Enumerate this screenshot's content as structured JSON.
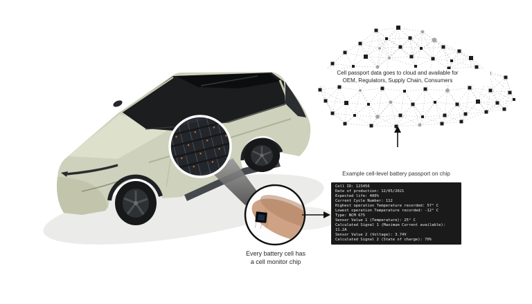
{
  "cloud_network": {
    "label_line1": "Cell passport data goes to cloud and available for",
    "label_line2": "OEM, Regulators, Supply Chain, Consumers",
    "edge_max_dist": 46,
    "nodes": [
      [
        543,
        44,
        2.5,
        "d"
      ],
      [
        575,
        40,
        3,
        "d"
      ],
      [
        610,
        46,
        2.5,
        "g"
      ],
      [
        558,
        56,
        2,
        "d"
      ],
      [
        592,
        55,
        2.5,
        "d"
      ],
      [
        627,
        58,
        3.5,
        "g"
      ],
      [
        520,
        63,
        2.5,
        "d"
      ],
      [
        548,
        70,
        2,
        "g"
      ],
      [
        578,
        68,
        2.5,
        "d"
      ],
      [
        608,
        70,
        2,
        "d"
      ],
      [
        640,
        68,
        2.5,
        "d"
      ],
      [
        663,
        74,
        2.5,
        "d"
      ],
      [
        498,
        76,
        2.5,
        "d"
      ],
      [
        528,
        82,
        3,
        "d"
      ],
      [
        562,
        84,
        2,
        "g"
      ],
      [
        594,
        82,
        2.5,
        "d"
      ],
      [
        625,
        85,
        2.5,
        "d"
      ],
      [
        652,
        88,
        2,
        "d"
      ],
      [
        680,
        84,
        3,
        "d"
      ],
      [
        480,
        92,
        2.5,
        "d"
      ],
      [
        510,
        96,
        2,
        "d"
      ],
      [
        545,
        97,
        2.5,
        "g"
      ],
      [
        600,
        96,
        2,
        "d"
      ],
      [
        648,
        99,
        2.5,
        "d"
      ],
      [
        688,
        97,
        2.5,
        "d"
      ],
      [
        706,
        106,
        2.5,
        "d"
      ],
      [
        466,
        105,
        2.5,
        "d"
      ],
      [
        730,
        112,
        2.5,
        "d"
      ],
      [
        462,
        130,
        2.5,
        "d"
      ],
      [
        490,
        126,
        2.5,
        "d"
      ],
      [
        520,
        131,
        2,
        "g"
      ],
      [
        552,
        128,
        2.5,
        "d"
      ],
      [
        584,
        132,
        2,
        "d"
      ],
      [
        614,
        129,
        2.5,
        "d"
      ],
      [
        646,
        131,
        3,
        "g"
      ],
      [
        678,
        127,
        2.5,
        "d"
      ],
      [
        708,
        131,
        2.5,
        "d"
      ],
      [
        736,
        134,
        2.5,
        "d"
      ],
      [
        470,
        146,
        2.5,
        "d"
      ],
      [
        500,
        149,
        3,
        "d"
      ],
      [
        532,
        151,
        2,
        "d"
      ],
      [
        564,
        148,
        2.5,
        "g"
      ],
      [
        596,
        151,
        2.5,
        "d"
      ],
      [
        628,
        148,
        2,
        "d"
      ],
      [
        660,
        151,
        2.5,
        "d"
      ],
      [
        690,
        147,
        3,
        "d"
      ],
      [
        718,
        149,
        2.5,
        "d"
      ],
      [
        742,
        144,
        2,
        "d"
      ],
      [
        480,
        164,
        2.5,
        "d"
      ],
      [
        512,
        167,
        2,
        "d"
      ],
      [
        545,
        169,
        3,
        "g"
      ],
      [
        578,
        167,
        2.5,
        "d"
      ],
      [
        610,
        169,
        2,
        "d"
      ],
      [
        642,
        167,
        2.5,
        "d"
      ],
      [
        672,
        165,
        2.5,
        "d"
      ],
      [
        702,
        162,
        2.5,
        "d"
      ],
      [
        728,
        158,
        2.5,
        "d"
      ],
      [
        498,
        179,
        2.5,
        "d"
      ],
      [
        536,
        182,
        2.5,
        "d"
      ],
      [
        572,
        183,
        2.5,
        "d"
      ],
      [
        606,
        181,
        2.5,
        "g"
      ],
      [
        638,
        179,
        2.5,
        "d"
      ],
      [
        666,
        176,
        2.5,
        "d"
      ]
    ]
  },
  "terminal": {
    "title": "Example cell-level battery passport on chip",
    "lines": [
      "Cell ID: 123456",
      "Date of production: 12/05/2021",
      "Expected life: 400%",
      "Current Cycle Number: 112",
      "Highest operation Temperature recorded: 57° C",
      "Lowest operation Temperature recorded: -12° C",
      "Type: NCM 675",
      "Sensor Value 1 (Temperature): 25° C",
      "Calculated Signal 1 (Maximum Current available):",
      "11.2A",
      "Sensor Value 2 (Voltage): 3.74V",
      "Calculated Signal 2 (State of charge): 70%"
    ]
  },
  "chip_finger": {
    "caption_line1": "Every battery cell has",
    "caption_line2": "a cell monitor chip"
  },
  "colors": {
    "car_body": "#ced1bb",
    "car_body_shade": "#c2c5ac",
    "hood_highlight": "#dde0cb",
    "glass": "#1b1d1f",
    "roof": "#0c0d0e",
    "terminal_bg": "#1a1a1a",
    "terminal_text": "#ededed",
    "node_dark": "#1c1c1c",
    "node_gray": "#999999",
    "edge": "#b0b0b0",
    "skin": "#cfa285",
    "skin_shade": "#b08262",
    "chip": "#07090d",
    "beam_light": "#9a9a9a",
    "beam_dark": "#4a4a4a"
  }
}
